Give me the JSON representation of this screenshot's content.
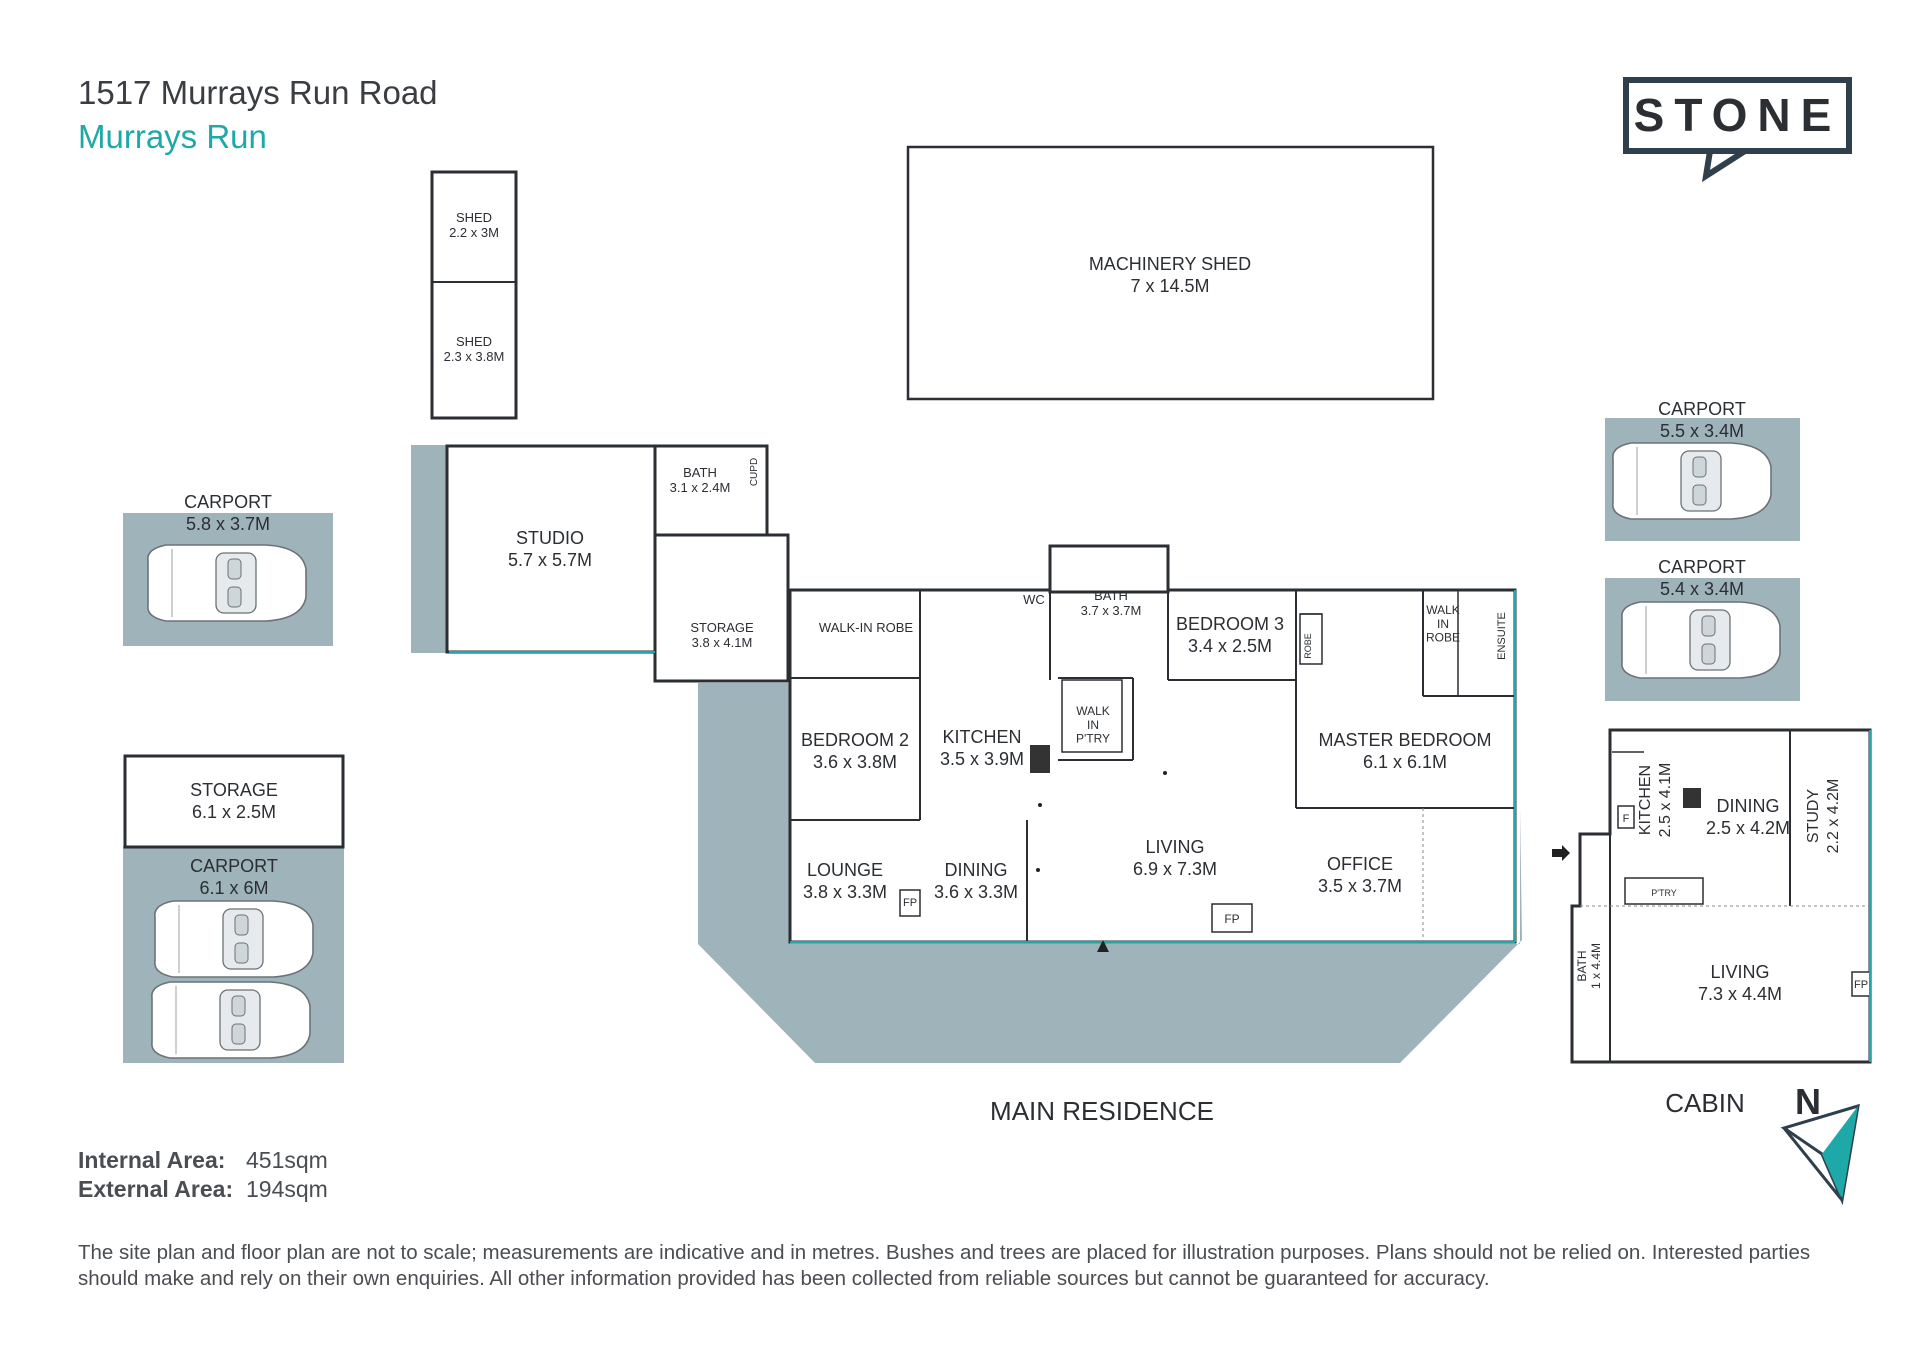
{
  "header": {
    "address": "1517 Murrays Run Road",
    "suburb": "Murrays Run"
  },
  "logo": {
    "text": "STONE"
  },
  "colors": {
    "teal": "#1fa8a8",
    "navy": "#2f3f4c",
    "slab": "#9fb3ba",
    "wall": "#2b2e33"
  },
  "rooms": {
    "shed1": {
      "name": "SHED",
      "dims": "2.2 x 3M"
    },
    "shed2": {
      "name": "SHED",
      "dims": "2.3 x 3.8M"
    },
    "machinery": {
      "name": "MACHINERY SHED",
      "dims": "7 x 14.5M"
    },
    "carport_left": {
      "name": "CARPORT",
      "dims": "5.8 x 3.7M"
    },
    "studio": {
      "name": "STUDIO",
      "dims": "5.7 x 5.7M"
    },
    "studio_bath": {
      "name": "BATH",
      "dims": "3.1 x 2.4M"
    },
    "cupd": "CUPD",
    "storage_main": {
      "name": "STORAGE",
      "dims": "3.8 x 4.1M"
    },
    "walkin_robe": "WALK-IN\nROBE",
    "wc": "WC",
    "bath_main": {
      "name": "BATH",
      "dims": "3.7 x 3.7M"
    },
    "bedroom3": {
      "name": "BEDROOM 3",
      "dims": "3.4 x 2.5M"
    },
    "robe": "ROBE",
    "walk_in_robe_master": "WALK\nIN\nROBE",
    "ensuite": "ENSUITE",
    "bedroom2": {
      "name": "BEDROOM 2",
      "dims": "3.6 x 3.8M"
    },
    "kitchen": {
      "name": "KITCHEN",
      "dims": "3.5 x 3.9M"
    },
    "walk_in_pantry": "WALK\nIN\nP'TRY",
    "master": {
      "name": "MASTER BEDROOM",
      "dims": "6.1 x 6.1M"
    },
    "lounge": {
      "name": "LOUNGE",
      "dims": "3.8 x 3.3M"
    },
    "dining": {
      "name": "DINING",
      "dims": "3.6 x 3.3M"
    },
    "living": {
      "name": "LIVING",
      "dims": "6.9 x 7.3M"
    },
    "office": {
      "name": "OFFICE",
      "dims": "3.5 x 3.7M"
    },
    "fp": "FP",
    "storage_left": {
      "name": "STORAGE",
      "dims": "6.1 x 2.5M"
    },
    "carport_bottom": {
      "name": "CARPORT",
      "dims": "6.1 x 6M"
    },
    "carport_r1": {
      "name": "CARPORT",
      "dims": "5.5 x 3.4M"
    },
    "carport_r2": {
      "name": "CARPORT",
      "dims": "5.4 x 3.4M"
    },
    "cabin_kitchen": {
      "name": "KITCHEN",
      "dims": "2.5 x 4.1M"
    },
    "cabin_dining": {
      "name": "DINING",
      "dims": "2.5 x 4.2M"
    },
    "cabin_study": {
      "name": "STUDY",
      "dims": "2.2 x 4.2M"
    },
    "cabin_ptry": "P'TRY",
    "cabin_f": "F",
    "cabin_bath": {
      "name": "BATH",
      "dims": "1 x 4.4M"
    },
    "cabin_living": {
      "name": "LIVING",
      "dims": "7.3 x 4.4M"
    },
    "cabin_fp": "FP"
  },
  "captions": {
    "main": "MAIN RESIDENCE",
    "cabin": "CABIN",
    "north": "N"
  },
  "areas": {
    "internal_label": "Internal Area:",
    "internal_value": "451sqm",
    "external_label": "External Area:",
    "external_value": "194sqm"
  },
  "disclaimer": "The site plan and floor plan are not to scale; measurements are indicative and in metres. Bushes and trees are placed for illustration purposes. Plans should not be relied on. Interested parties should make and rely on their own enquiries. All other information provided has been collected from reliable sources but cannot be guaranteed for accuracy."
}
